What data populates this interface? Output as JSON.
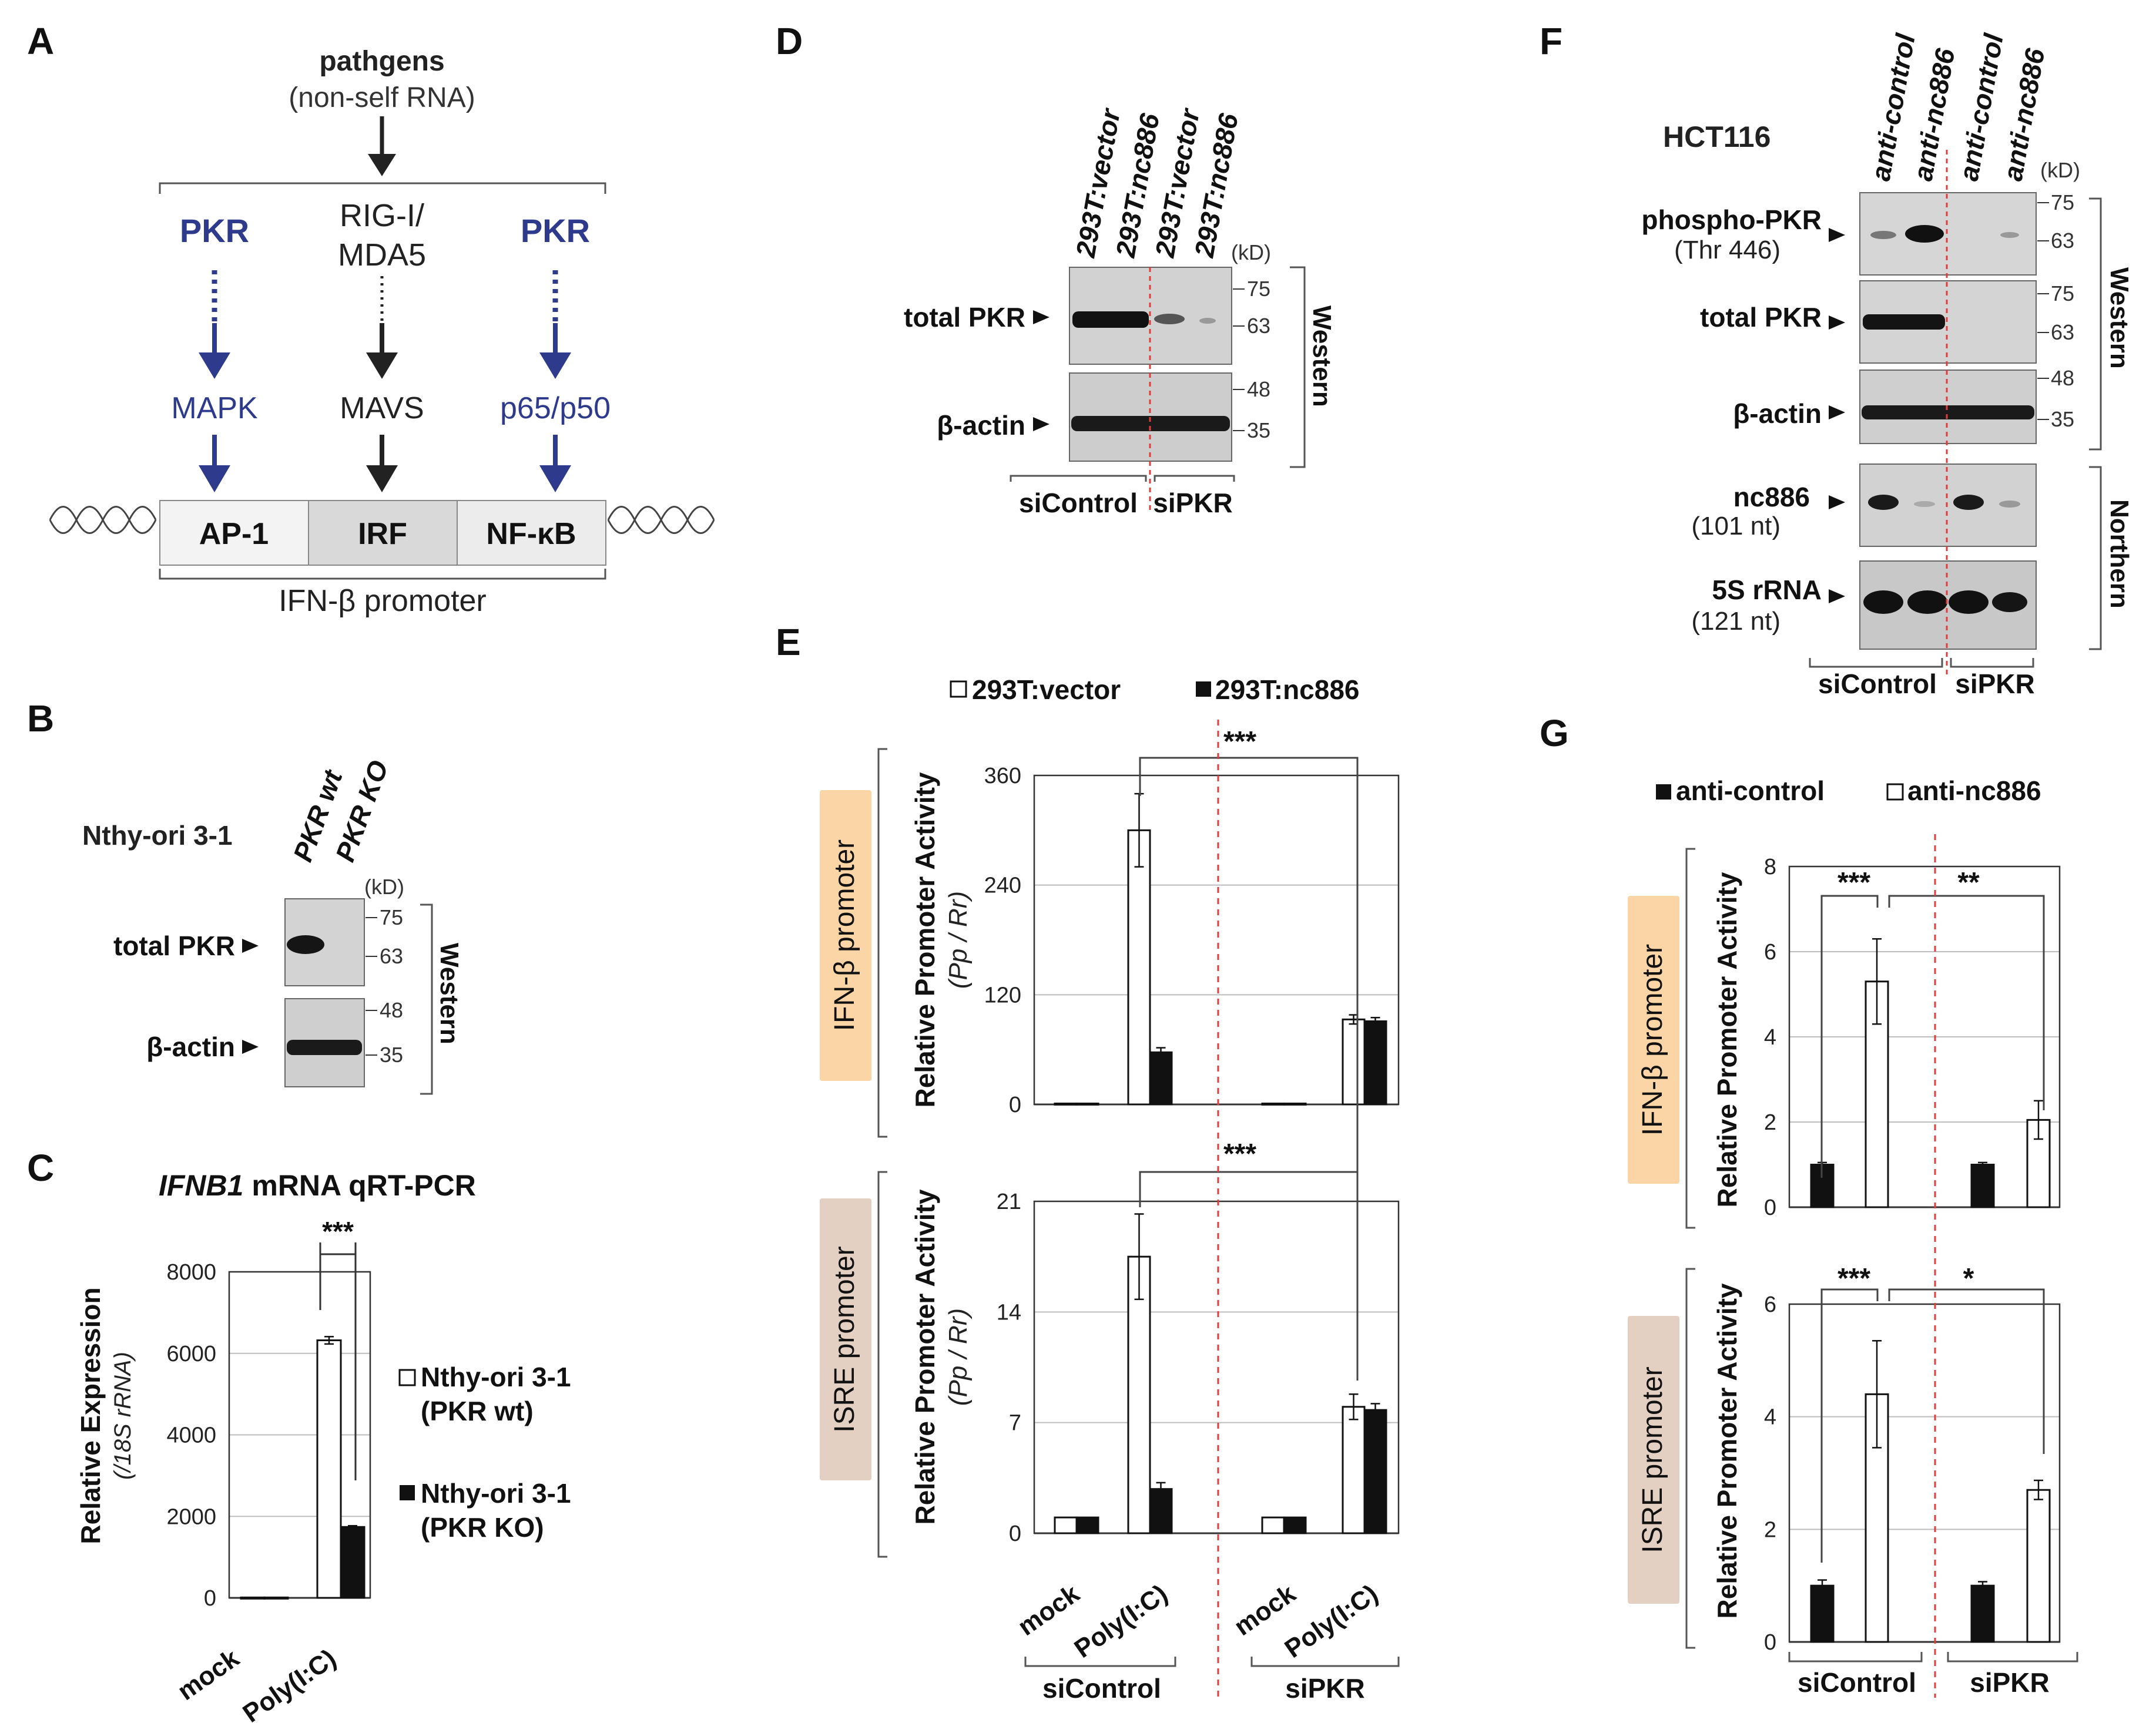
{
  "panel_letters": {
    "A": "A",
    "B": "B",
    "C": "C",
    "D": "D",
    "E": "E",
    "F": "F",
    "G": "G"
  },
  "colors": {
    "blue": "#2e3a8c",
    "black": "#111111",
    "grey": "#333333",
    "red_dash": "#e23b3b",
    "peach": "#fbd5a5",
    "tan": "#e3d0c2",
    "box_light": "#f3f3f3",
    "box_mid": "#d9d9d9"
  },
  "panelA": {
    "pathogens": "pathgens",
    "nonself": "(non-self RNA)",
    "pkr_left": "PKR",
    "rig_line1": "RIG-I/",
    "rig_line2": "MDA5",
    "pkr_right": "PKR",
    "mapk": "MAPK",
    "mavs": "MAVS",
    "p65": "p65/p50",
    "ap1": "AP-1",
    "irf": "IRF",
    "nfkb": "NF-κB",
    "promoter": "IFN-β promoter"
  },
  "panelB": {
    "cell": "Nthy-ori 3-1",
    "lanes": [
      "PKR wt",
      "PKR KO"
    ],
    "kd": "(kD)",
    "markers_top": [
      "75",
      "63"
    ],
    "markers_bot": [
      "48",
      "35"
    ],
    "total_pkr": "total PKR",
    "actin": "β-actin",
    "western": "Western"
  },
  "panelC": {
    "title_italic": "IFNB1",
    "title_rest": " mRNA qRT-PCR",
    "ylabel1": "Relative Expression",
    "ylabel2": "(/18S rRNA)",
    "stars": "***",
    "legend_wt_1": "Nthy-ori 3-1",
    "legend_wt_2": "(PKR wt)",
    "legend_ko_1": "Nthy-ori 3-1",
    "legend_ko_2": "(PKR KO)"
  },
  "panelD": {
    "lanes": [
      "293T:vector",
      "293T:nc886",
      "293T:vector",
      "293T:nc886"
    ],
    "kd": "(kD)",
    "markers_top": [
      "75",
      "63"
    ],
    "markers_bot": [
      "48",
      "35"
    ],
    "total_pkr": "total PKR",
    "actin": "β-actin",
    "western": "Western",
    "sicontrol": "siControl",
    "sipkr": "siPKR"
  },
  "panelE": {
    "legend_vector": "293T:vector",
    "legend_nc886": "293T:nc886",
    "top_box": "IFN-β promoter",
    "bottom_box": "ISRE promoter",
    "ylabel": "Relative Promoter Activity",
    "ylabel_sub": "(Pp / Rr)",
    "stars": "***",
    "x_mock": "mock",
    "x_poly": "Poly(I:C)",
    "sicontrol": "siControl",
    "sipkr": "siPKR"
  },
  "panelF": {
    "cell": "HCT116",
    "lanes": [
      "anti-control",
      "anti-nc886",
      "anti-control",
      "anti-nc886"
    ],
    "kd": "(kD)",
    "phospho_1": "phospho-PKR",
    "phospho_2": "(Thr 446)",
    "total_pkr": "total PKR",
    "actin": "β-actin",
    "nc886_1": "nc886",
    "nc886_2": "(101 nt)",
    "rrna_1": "5S rRNA",
    "rrna_2": "(121 nt)",
    "markers_1": [
      "75",
      "63"
    ],
    "markers_2": [
      "75",
      "63"
    ],
    "markers_3": [
      "48",
      "35"
    ],
    "western": "Western",
    "northern": "Northern",
    "sicontrol": "siControl",
    "sipkr": "siPKR"
  },
  "panelG": {
    "legend_control": "anti-control",
    "legend_nc886": "anti-nc886",
    "top_box": "IFN-β promoter",
    "bottom_box": "ISRE promoter",
    "ylabel": "Relative Promoter Activity",
    "stars_top_left": "***",
    "stars_top_right": "**",
    "stars_bot_left": "***",
    "stars_bot_right": "*",
    "sicontrol": "siControl",
    "sipkr": "siPKR"
  },
  "chart_data": [
    {
      "id": "C",
      "type": "bar",
      "title": "IFNB1 mRNA qRT-PCR",
      "ylabel": "Relative Expression (/18S rRNA)",
      "ylim": [
        0,
        8000
      ],
      "yticks": [
        0,
        2000,
        4000,
        6000,
        8000
      ],
      "categories": [
        "mock",
        "Poly(I:C)"
      ],
      "series": [
        {
          "name": "Nthy-ori 3-1 (PKR wt)",
          "fill": "white",
          "values": [
            10,
            6320
          ],
          "errors": [
            0,
            90
          ]
        },
        {
          "name": "Nthy-ori 3-1 (PKR KO)",
          "fill": "black",
          "values": [
            10,
            1740
          ],
          "errors": [
            0,
            30
          ]
        }
      ],
      "grid": true
    },
    {
      "id": "E-top",
      "type": "bar",
      "ylabel": "Relative Promoter Activity (Pp / Rr)",
      "ylim": [
        0,
        360
      ],
      "yticks": [
        0,
        120,
        240,
        360
      ],
      "groups": [
        "siControl mock",
        "siControl Poly(I:C)",
        "siPKR mock",
        "siPKR Poly(I:C)"
      ],
      "series": [
        {
          "name": "293T:vector",
          "fill": "white",
          "values": [
            1,
            300,
            1,
            93
          ],
          "errors": [
            0,
            40,
            0,
            5
          ]
        },
        {
          "name": "293T:nc886",
          "fill": "black",
          "values": [
            1,
            57,
            1,
            91
          ],
          "errors": [
            0,
            5,
            0,
            4
          ]
        }
      ],
      "grid": true
    },
    {
      "id": "E-bottom",
      "type": "bar",
      "ylabel": "Relative Promoter Activity (Pp / Rr)",
      "ylim": [
        0,
        21
      ],
      "yticks": [
        0,
        7,
        14,
        21
      ],
      "groups": [
        "siControl mock",
        "siControl Poly(I:C)",
        "siPKR mock",
        "siPKR Poly(I:C)"
      ],
      "series": [
        {
          "name": "293T:vector",
          "fill": "white",
          "values": [
            1,
            17.5,
            1,
            8.0
          ],
          "errors": [
            0,
            2.7,
            0,
            0.8
          ]
        },
        {
          "name": "293T:nc886",
          "fill": "black",
          "values": [
            1,
            2.8,
            1,
            7.8
          ],
          "errors": [
            0,
            0.4,
            0,
            0.4
          ]
        }
      ],
      "grid": true
    },
    {
      "id": "G-top",
      "type": "bar",
      "ylabel": "Relative Promoter Activity",
      "ylim": [
        0,
        8
      ],
      "yticks": [
        0,
        2,
        4,
        6,
        8
      ],
      "groups": [
        "siControl",
        "siPKR"
      ],
      "series": [
        {
          "name": "anti-control",
          "fill": "black",
          "values": [
            1.0,
            1.0
          ],
          "errors": [
            0.05,
            0.05
          ]
        },
        {
          "name": "anti-nc886",
          "fill": "white",
          "values": [
            5.3,
            2.05
          ],
          "errors": [
            1.0,
            0.45
          ]
        }
      ],
      "grid": true
    },
    {
      "id": "G-bottom",
      "type": "bar",
      "ylabel": "Relative Promoter Activity",
      "ylim": [
        0,
        6
      ],
      "yticks": [
        0,
        2,
        4,
        6
      ],
      "groups": [
        "siControl",
        "siPKR"
      ],
      "series": [
        {
          "name": "anti-control",
          "fill": "black",
          "values": [
            1.0,
            1.0
          ],
          "errors": [
            0.1,
            0.07
          ]
        },
        {
          "name": "anti-nc886",
          "fill": "white",
          "values": [
            4.4,
            2.7
          ],
          "errors": [
            0.95,
            0.17
          ]
        }
      ],
      "grid": true
    }
  ]
}
